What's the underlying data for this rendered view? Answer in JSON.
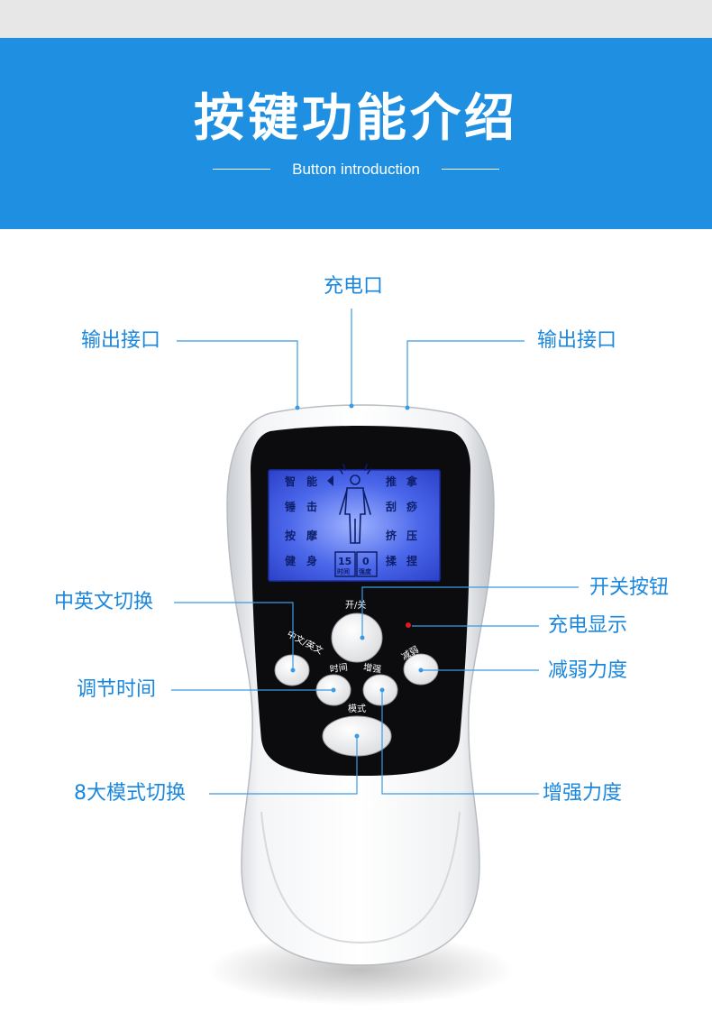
{
  "banner": {
    "title": "按键功能介绍",
    "subtitle": "Button introduction"
  },
  "callouts": {
    "charge_port": "充电口",
    "output_left": "输出接口",
    "output_right": "输出接口",
    "power_button": "开关按钮",
    "charge_indicator": "充电显示",
    "language_switch": "中英文切换",
    "time_adjust": "调节时间",
    "decrease": "减弱力度",
    "mode_switch": "8大模式切换",
    "increase": "增强力度"
  },
  "device": {
    "buttons": {
      "power": "开/关",
      "language": "中文/英文",
      "time": "时间",
      "increase": "增强",
      "decrease": "减弱",
      "mode": "模式"
    },
    "lcd": {
      "modes": [
        "智",
        "能",
        "锤",
        "击",
        "按",
        "摩",
        "健",
        "身",
        "推",
        "拿",
        "刮",
        "痧",
        "挤",
        "压",
        "揉",
        "捏"
      ],
      "time_value": "15",
      "time_label": "时间",
      "intensity_value": "0",
      "intensity_label": "强度"
    }
  },
  "colors": {
    "banner": "#1e8fe1",
    "callout_text": "#1a87de",
    "leader_line": "#3a9be3",
    "device_body": "#f2f3f5",
    "device_panel": "#0c0c0e",
    "lcd_background": "#3a55e0",
    "button_face": "#ececec",
    "indicator_led": "#d81b1b"
  }
}
